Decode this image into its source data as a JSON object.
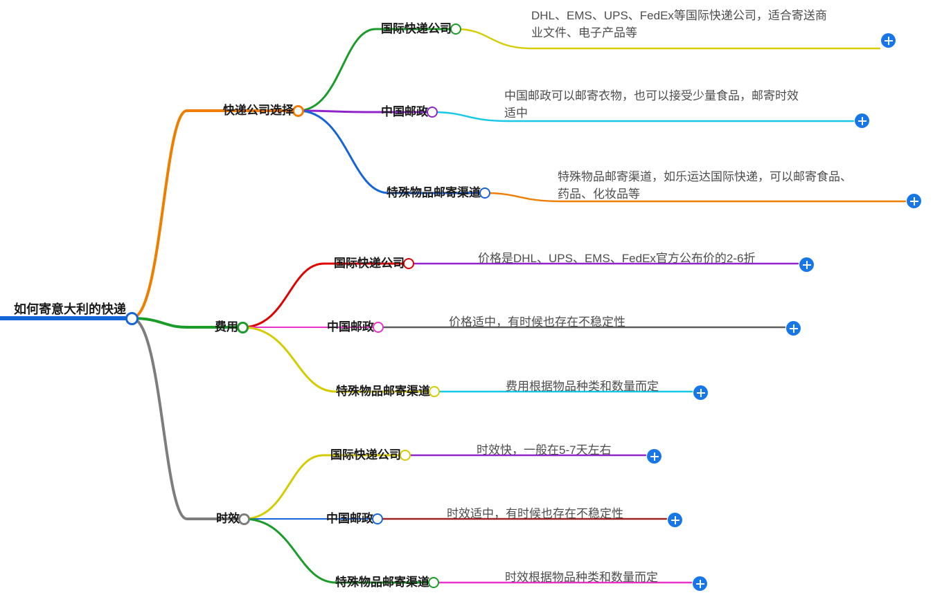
{
  "root": {
    "label": "如何寄意大利的快递",
    "bar_color": "#1565d8",
    "node_color": "#1565d8"
  },
  "branches": [
    {
      "label": "快递公司选择",
      "node_color": "#ef7d00",
      "link_color": "#ef7d00",
      "children": [
        {
          "label": "国际快递公司",
          "node_color": "#1a9c28",
          "link_color": "#1a9c28",
          "leaf_text": "DHL、EMS、UPS、FedEx等国际快递公司，适合寄送商\n业文件、电子产品等",
          "leaf_color": "#d4cc00",
          "has_plus": true
        },
        {
          "label": "中国邮政",
          "node_color": "#8e24c9",
          "link_color": "#8e24c9",
          "leaf_text": "中国邮政可以邮寄衣物，也可以接受少量食品，邮寄时效\n适中",
          "leaf_color": "#16c8e8",
          "has_plus": true
        },
        {
          "label": "特殊物品邮寄渠道",
          "node_color": "#1565d8",
          "link_color": "#1565d8",
          "leaf_text": "特殊物品邮寄渠道，如乐运达国际快递，可以邮寄食品、\n药品、化妆品等",
          "leaf_color": "#ef7d00",
          "has_plus": true
        }
      ]
    },
    {
      "label": "费用",
      "node_color": "#1a9c28",
      "link_color": "#1a9c28",
      "children": [
        {
          "label": "国际快递公司",
          "node_color": "#e00000",
          "link_color": "#e00000",
          "leaf_text": "价格是DHL、UPS、EMS、FedEx官方公布价的2-6折",
          "leaf_color": "#8e24c9",
          "has_plus": true
        },
        {
          "label": "中国邮政",
          "node_color": "#e832c8",
          "link_color": "#e832c8",
          "leaf_text": "价格适中，有时候也存在不稳定性",
          "leaf_color": "#5c5c5c",
          "has_plus": true
        },
        {
          "label": "特殊物品邮寄渠道",
          "node_color": "#d4cc00",
          "link_color": "#d4cc00",
          "leaf_text": "费用根据物品种类和数量而定",
          "leaf_color": "#16c8e8",
          "has_plus": true
        }
      ]
    },
    {
      "label": "时效",
      "node_color": "#7d7d7d",
      "link_color": "#7d7d7d",
      "children": [
        {
          "label": "国际快递公司",
          "node_color": "#d4cc00",
          "link_color": "#d4cc00",
          "leaf_text": "时效快，一般在5-7天左右",
          "leaf_color": "#8e24c9",
          "has_plus": true
        },
        {
          "label": "中国邮政",
          "node_color": "#1565d8",
          "link_color": "#1565d8",
          "leaf_text": "时效适中，有时候也存在不稳定性",
          "leaf_color": "#9e2222",
          "has_plus": true
        },
        {
          "label": "特殊物品邮寄渠道",
          "node_color": "#1a9c28",
          "link_color": "#1a9c28",
          "leaf_text": "时效根据物品种类和数量而定",
          "leaf_color": "#e832c8",
          "has_plus": true
        }
      ]
    }
  ],
  "plus_button": {
    "icon": "plus-icon",
    "color": "#1877e8",
    "label": "+"
  }
}
